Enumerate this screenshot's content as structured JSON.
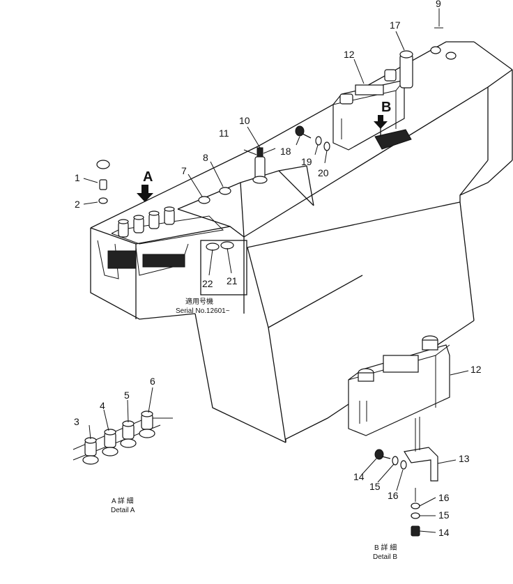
{
  "callouts": {
    "n1": "1",
    "n2": "2",
    "n3": "3",
    "n4": "4",
    "n5": "5",
    "n6": "6",
    "n7": "7",
    "n8": "8",
    "n9": "9",
    "n10": "10",
    "n11": "11",
    "n12": "12",
    "n12b": "12",
    "n13": "13",
    "n14a": "14",
    "n14b": "14",
    "n15a": "15",
    "n15b": "15",
    "n16a": "16",
    "n16b": "16",
    "n17": "17",
    "n18": "18",
    "n19": "19",
    "n20": "20",
    "n21": "21",
    "n22": "22"
  },
  "views": {
    "a": "A",
    "b": "B"
  },
  "serial": {
    "jp": "適用号機",
    "en": "Serial  No.12601~"
  },
  "detail_a": {
    "jp": "A  詳  細",
    "en": "Detail  A"
  },
  "detail_b": {
    "jp": "B  詳  細",
    "en": "Detail  B"
  }
}
